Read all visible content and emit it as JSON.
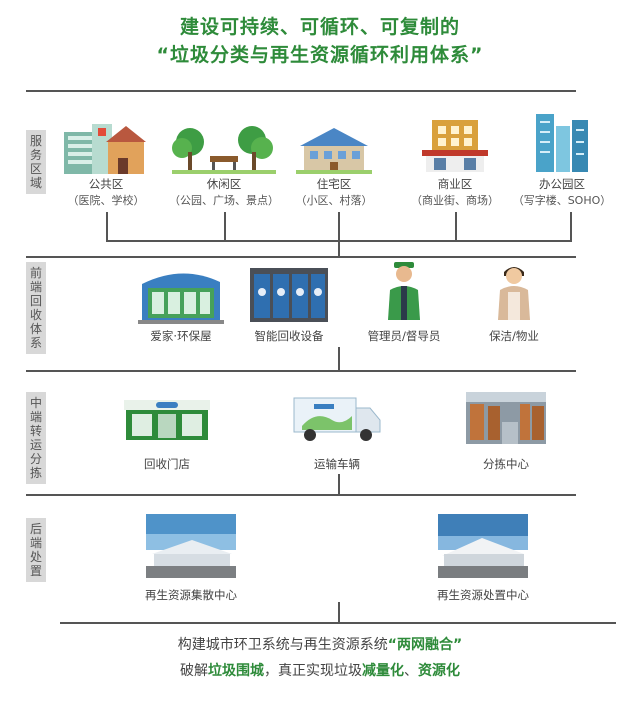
{
  "title": {
    "line1": "建设可持续、可循环、可复制的",
    "line2": "“垃圾分类与再生资源循环利用体系”"
  },
  "sections": [
    {
      "label": "服务区域",
      "items": [
        {
          "name": "公共区",
          "sub": "（医院、学校）",
          "icon": "public-building-icon"
        },
        {
          "name": "休闲区",
          "sub": "（公园、广场、景点）",
          "icon": "park-icon"
        },
        {
          "name": "住宅区",
          "sub": "（小区、村落）",
          "icon": "residential-icon"
        },
        {
          "name": "商业区",
          "sub": "（商业街、商场）",
          "icon": "commercial-icon"
        },
        {
          "name": "办公园区",
          "sub": "（写字楼、SOHO）",
          "icon": "office-tower-icon"
        }
      ]
    },
    {
      "label": "前端回收体系",
      "items": [
        {
          "name": "爱家·环保屋",
          "icon": "eco-house-icon"
        },
        {
          "name": "智能回收设备",
          "icon": "smart-bin-icon"
        },
        {
          "name": "管理员/督导员",
          "icon": "supervisor-icon"
        },
        {
          "name": "保洁/物业",
          "icon": "cleaner-icon"
        }
      ]
    },
    {
      "label": "中端转运分拣",
      "items": [
        {
          "name": "回收门店",
          "icon": "store-icon"
        },
        {
          "name": "运输车辆",
          "icon": "truck-icon"
        },
        {
          "name": "分拣中心",
          "icon": "warehouse-icon"
        }
      ]
    },
    {
      "label": "后端处置",
      "items": [
        {
          "name": "再生资源集散中心",
          "icon": "distribution-center-icon"
        },
        {
          "name": "再生资源处置中心",
          "icon": "processing-center-icon"
        }
      ]
    }
  ],
  "footer": {
    "line1_prefix": "构建城市环卫系统与再生资源系统",
    "line1_highlight": "“两网融合”",
    "line2_prefix": "破解",
    "line2_h1": "垃圾围城",
    "line2_mid": "，真正实现垃圾",
    "line2_h2": "减量化",
    "line2_sep": "、",
    "line2_h3": "资源化"
  },
  "colors": {
    "accent": "#2e8b3a",
    "line": "#555555",
    "label_bg": "#d8d8d8"
  }
}
